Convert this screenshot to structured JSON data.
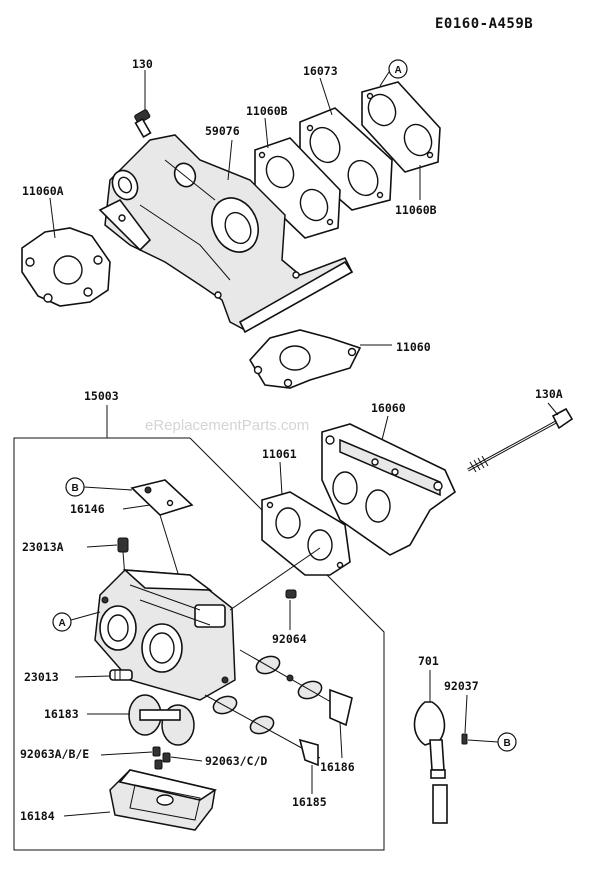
{
  "diagram_code": "E0160-A459B",
  "watermark": "eReplacementParts.com",
  "callouts": {
    "a": "A",
    "b": "B"
  },
  "labels": {
    "p130": "130",
    "p16073": "16073",
    "p11060b_1": "11060B",
    "p59076": "59076",
    "p11060a": "11060A",
    "p11060b_2": "11060B",
    "p11060": "11060",
    "p15003": "15003",
    "p130a": "130A",
    "p16060": "16060",
    "p11061": "11061",
    "p16146": "16146",
    "p23013a": "23013A",
    "p92064": "92064",
    "p23013": "23013",
    "p16183": "16183",
    "p92063abe": "92063A/B/E",
    "p92063cgd": "92063/C/D",
    "p16184": "16184",
    "p16185": "16185",
    "p16186": "16186",
    "p701": "701",
    "p92037": "92037"
  }
}
